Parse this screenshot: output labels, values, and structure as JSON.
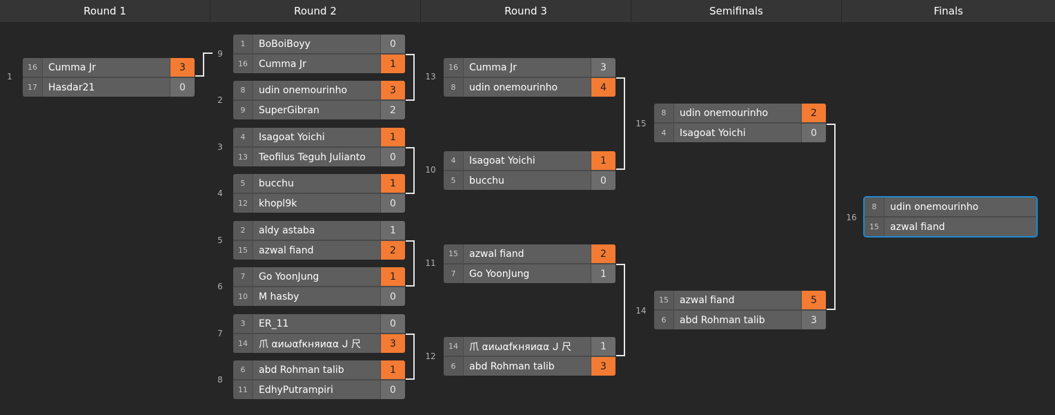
{
  "rounds": [
    "Round 1",
    "Round 2",
    "Round 3",
    "Semifinals",
    "Finals"
  ],
  "matches": [
    {
      "num": "1",
      "p1": {
        "seed": "16",
        "name": "Cumma Jr",
        "score": "3",
        "win": true
      },
      "p2": {
        "seed": "17",
        "name": "Hasdar21",
        "score": "0",
        "win": false
      }
    },
    {
      "num": "9",
      "p1": {
        "seed": "1",
        "name": "BoBoiBoyy",
        "score": "0",
        "win": false
      },
      "p2": {
        "seed": "16",
        "name": "Cumma Jr",
        "score": "1",
        "win": true
      }
    },
    {
      "num": "2",
      "p1": {
        "seed": "8",
        "name": "udin onemourinho",
        "score": "3",
        "win": true
      },
      "p2": {
        "seed": "9",
        "name": "SuperGibran",
        "score": "2",
        "win": false
      }
    },
    {
      "num": "3",
      "p1": {
        "seed": "4",
        "name": "Isagoat Yoichi",
        "score": "1",
        "win": true
      },
      "p2": {
        "seed": "13",
        "name": "Teofilus Teguh Julianto",
        "score": "0",
        "win": false
      }
    },
    {
      "num": "4",
      "p1": {
        "seed": "5",
        "name": "bucchu",
        "score": "1",
        "win": true
      },
      "p2": {
        "seed": "12",
        "name": "khopl9k",
        "score": "0",
        "win": false
      }
    },
    {
      "num": "5",
      "p1": {
        "seed": "2",
        "name": "aldy astaba",
        "score": "1",
        "win": false
      },
      "p2": {
        "seed": "15",
        "name": "azwal fiand",
        "score": "2",
        "win": true
      }
    },
    {
      "num": "6",
      "p1": {
        "seed": "7",
        "name": "Go YoonJung",
        "score": "1",
        "win": true
      },
      "p2": {
        "seed": "10",
        "name": "M hasby",
        "score": "0",
        "win": false
      }
    },
    {
      "num": "7",
      "p1": {
        "seed": "3",
        "name": "ER_11",
        "score": "0",
        "win": false
      },
      "p2": {
        "seed": "14",
        "name": "爪 αиωαfкняиαα ᒍ 尺",
        "score": "3",
        "win": true
      }
    },
    {
      "num": "8",
      "p1": {
        "seed": "6",
        "name": "abd Rohman talib",
        "score": "1",
        "win": true
      },
      "p2": {
        "seed": "11",
        "name": "EdhyPutrampiri",
        "score": "0",
        "win": false
      }
    },
    {
      "num": "13",
      "p1": {
        "seed": "16",
        "name": "Cumma Jr",
        "score": "3",
        "win": false
      },
      "p2": {
        "seed": "8",
        "name": "udin onemourinho",
        "score": "4",
        "win": true
      }
    },
    {
      "num": "10",
      "p1": {
        "seed": "4",
        "name": "Isagoat Yoichi",
        "score": "1",
        "win": true
      },
      "p2": {
        "seed": "5",
        "name": "bucchu",
        "score": "0",
        "win": false
      }
    },
    {
      "num": "11",
      "p1": {
        "seed": "15",
        "name": "azwal fiand",
        "score": "2",
        "win": true
      },
      "p2": {
        "seed": "7",
        "name": "Go YoonJung",
        "score": "1",
        "win": false
      }
    },
    {
      "num": "12",
      "p1": {
        "seed": "14",
        "name": "爪 αиωαfкняиαα ᒍ 尺",
        "score": "1",
        "win": false
      },
      "p2": {
        "seed": "6",
        "name": "abd Rohman talib",
        "score": "3",
        "win": true
      }
    },
    {
      "num": "15",
      "p1": {
        "seed": "8",
        "name": "udin onemourinho",
        "score": "2",
        "win": true
      },
      "p2": {
        "seed": "4",
        "name": "Isagoat Yoichi",
        "score": "0",
        "win": false
      }
    },
    {
      "num": "14",
      "p1": {
        "seed": "15",
        "name": "azwal fiand",
        "score": "5",
        "win": true
      },
      "p2": {
        "seed": "6",
        "name": "abd Rohman talib",
        "score": "3",
        "win": false
      }
    },
    {
      "num": "16",
      "p1": {
        "seed": "8",
        "name": "udin onemourinho",
        "score": "",
        "win": false
      },
      "p2": {
        "seed": "15",
        "name": "azwal fiand",
        "score": "",
        "win": false
      }
    }
  ],
  "colors": {
    "winner": "#f47b33",
    "selected": "#1f8ad0",
    "background": "#262626"
  }
}
